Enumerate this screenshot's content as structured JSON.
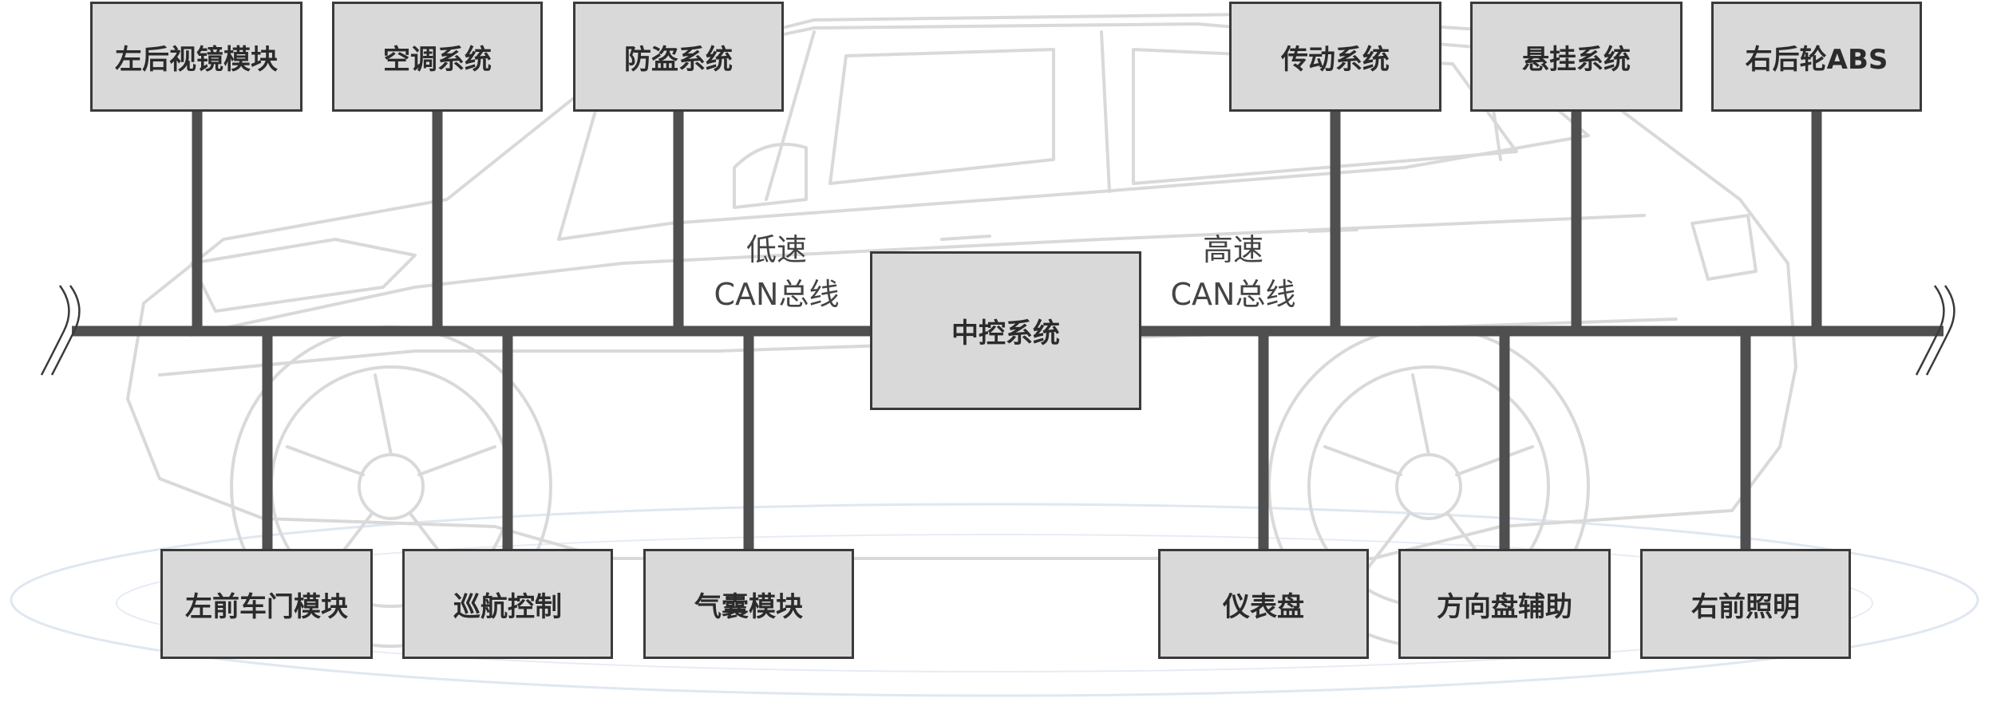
{
  "diagram": {
    "center_module": {
      "label": "中控系统"
    },
    "bus_labels": {
      "low_speed": {
        "line1": "低速",
        "line2": "CAN总线"
      },
      "high_speed": {
        "line1": "高速",
        "line2": "CAN总线"
      }
    },
    "low_speed_modules_top": [
      {
        "label": "左后视镜模块"
      },
      {
        "label": "空调系统"
      },
      {
        "label": "防盗系统"
      }
    ],
    "low_speed_modules_bottom": [
      {
        "label": "左前车门模块"
      },
      {
        "label": "巡航控制"
      },
      {
        "label": "气囊模块"
      }
    ],
    "high_speed_modules_top": [
      {
        "label": "传动系统"
      },
      {
        "label": "悬挂系统"
      },
      {
        "label": "右后轮ABS"
      }
    ],
    "high_speed_modules_bottom": [
      {
        "label": "仪表盘"
      },
      {
        "label": "方向盘辅助"
      },
      {
        "label": "右前照明"
      }
    ],
    "colors": {
      "box_fill": "#d9d9d9",
      "box_border": "#3a3a3a",
      "bus_line": "#4f4f4f",
      "car_outline": "#d8d8d8",
      "ground_ellipse": "#dde6f2"
    }
  }
}
